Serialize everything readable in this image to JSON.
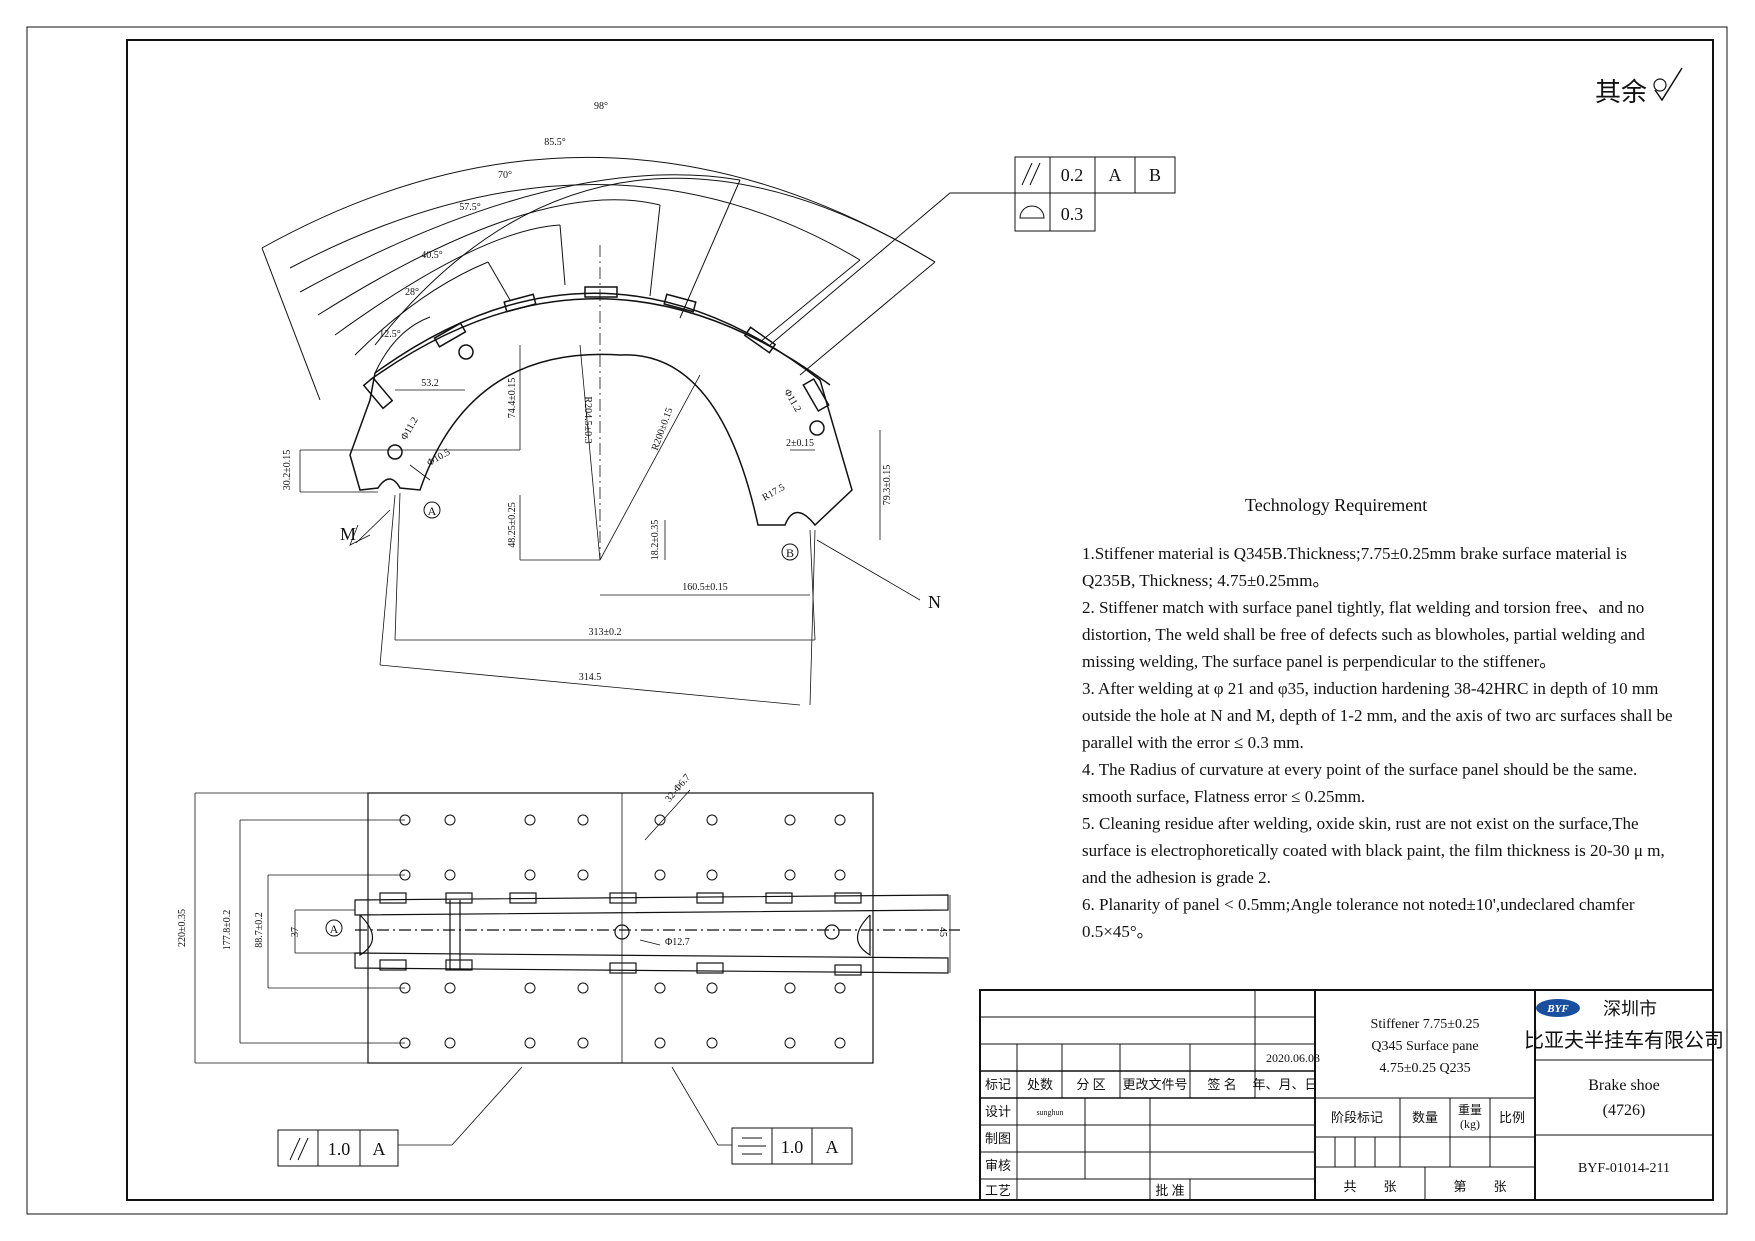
{
  "corner_note": "其余",
  "tolerance_frames": {
    "top_parallel": {
      "value": "0.2",
      "datum1": "A",
      "datum2": "B"
    },
    "top_profile": {
      "value": "0.3"
    },
    "bottom_left": {
      "value": "1.0",
      "datum": "A"
    },
    "bottom_right": {
      "value": "1.0",
      "datum": "A"
    }
  },
  "arc_angles": [
    "98°",
    "85.5°",
    "70°",
    "57.5°",
    "40.5°",
    "28°",
    "12.5°"
  ],
  "side_view_dims": [
    "53.2",
    "74.4±0.15",
    "30.2±0.15",
    "48.25±0.25",
    "18.2±0.35",
    "160.5±0.15",
    "313±0.2",
    "314.5",
    "R204.5±0.3",
    "R200±0.15",
    "2±0.15",
    "79.3±0.15",
    "Φ11.2",
    "Φ10.5",
    "R17.5",
    "Φ11.2"
  ],
  "callouts": {
    "M": "M",
    "N": "N",
    "A": "A",
    "B": "B"
  },
  "bottom_view_dims": [
    "220±0.35",
    "177.8±0.2",
    "88.7±0.2",
    "37",
    "45",
    "32-Φ6.7",
    "Φ12.7"
  ],
  "tech": {
    "title": "Technology Requirement",
    "items": [
      "1.Stiffener material is Q345B.Thickness;7.75±0.25mm brake surface material is Q235B, Thickness; 4.75±0.25mm。",
      "2. Stiffener match with surface panel tightly, flat welding  and torsion free、and no distortion, The weld shall be free of defects such as blowholes, partial welding and missing welding, The surface panel is perpendicular to the stiffener。",
      "3. After welding at φ 21 and φ35, induction hardening 38-42HRC in depth of 10 mm outside the hole at N and M, depth of 1-2 mm, and the axis of two arc surfaces shall be parallel with the error ≤ 0.3 mm.",
      "4. The Radius of curvature at every point of the surface panel should be the same. smooth surface, Flatness error ≤ 0.25mm.",
      "5. Cleaning residue after welding,  oxide skin, rust are not exist on the surface,The surface is electrophoretically coated with black paint, the film thickness is 20-30 μ m, and the adhesion is grade 2.",
      "6. Planarity of panel < 0.5mm;Angle tolerance not noted±10',undeclared chamfer 0.5×45°。"
    ]
  },
  "title_block": {
    "date": "2020.06.03",
    "headers": [
      "标记",
      "处数",
      "分 区",
      "更改文件号",
      "签 名",
      "年、月、日"
    ],
    "rows": [
      "设计",
      "制图",
      "审核",
      "工艺"
    ],
    "designer": "sunghun",
    "approve": "批 准",
    "material_lines": [
      "Stiffener 7.75±0.25",
      "Q345 Surface pane",
      "4.75±0.25 Q235"
    ],
    "stage_headers": [
      "阶段标记",
      "数量",
      "重量",
      "(kg)",
      "比例"
    ],
    "sheet_labels": [
      "共",
      "张",
      "第",
      "张"
    ],
    "logo": "BYF",
    "company_line1": "深圳市",
    "company_line2": "比亚夫半挂车有限公司",
    "part_name": "Brake shoe",
    "part_code": "(4726)",
    "drawing_number": "BYF-01014-211"
  }
}
